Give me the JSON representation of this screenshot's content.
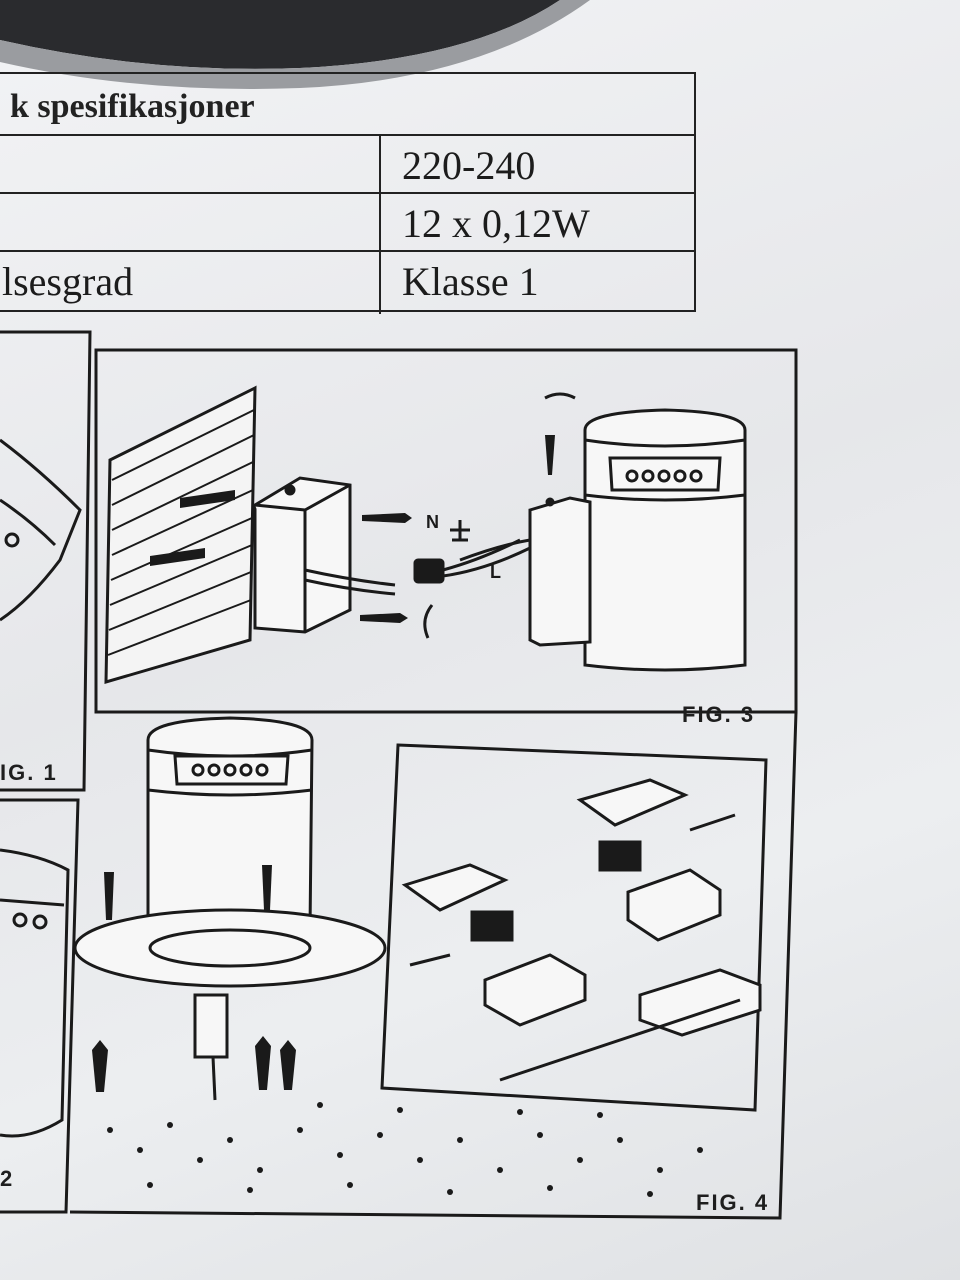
{
  "spec_table": {
    "header": "k spesifikasjoner",
    "rows": [
      {
        "label": "",
        "value": "220-240"
      },
      {
        "label": "",
        "value": "12 x 0,12W"
      },
      {
        "label": "lsesgrad",
        "value": "Klasse 1"
      }
    ]
  },
  "figures": {
    "fig1": "IG. 1",
    "fig2": "2",
    "fig3": "FIG. 3",
    "fig4": "FIG. 4"
  },
  "wire_labels": {
    "neutral": "N",
    "live": "L"
  }
}
